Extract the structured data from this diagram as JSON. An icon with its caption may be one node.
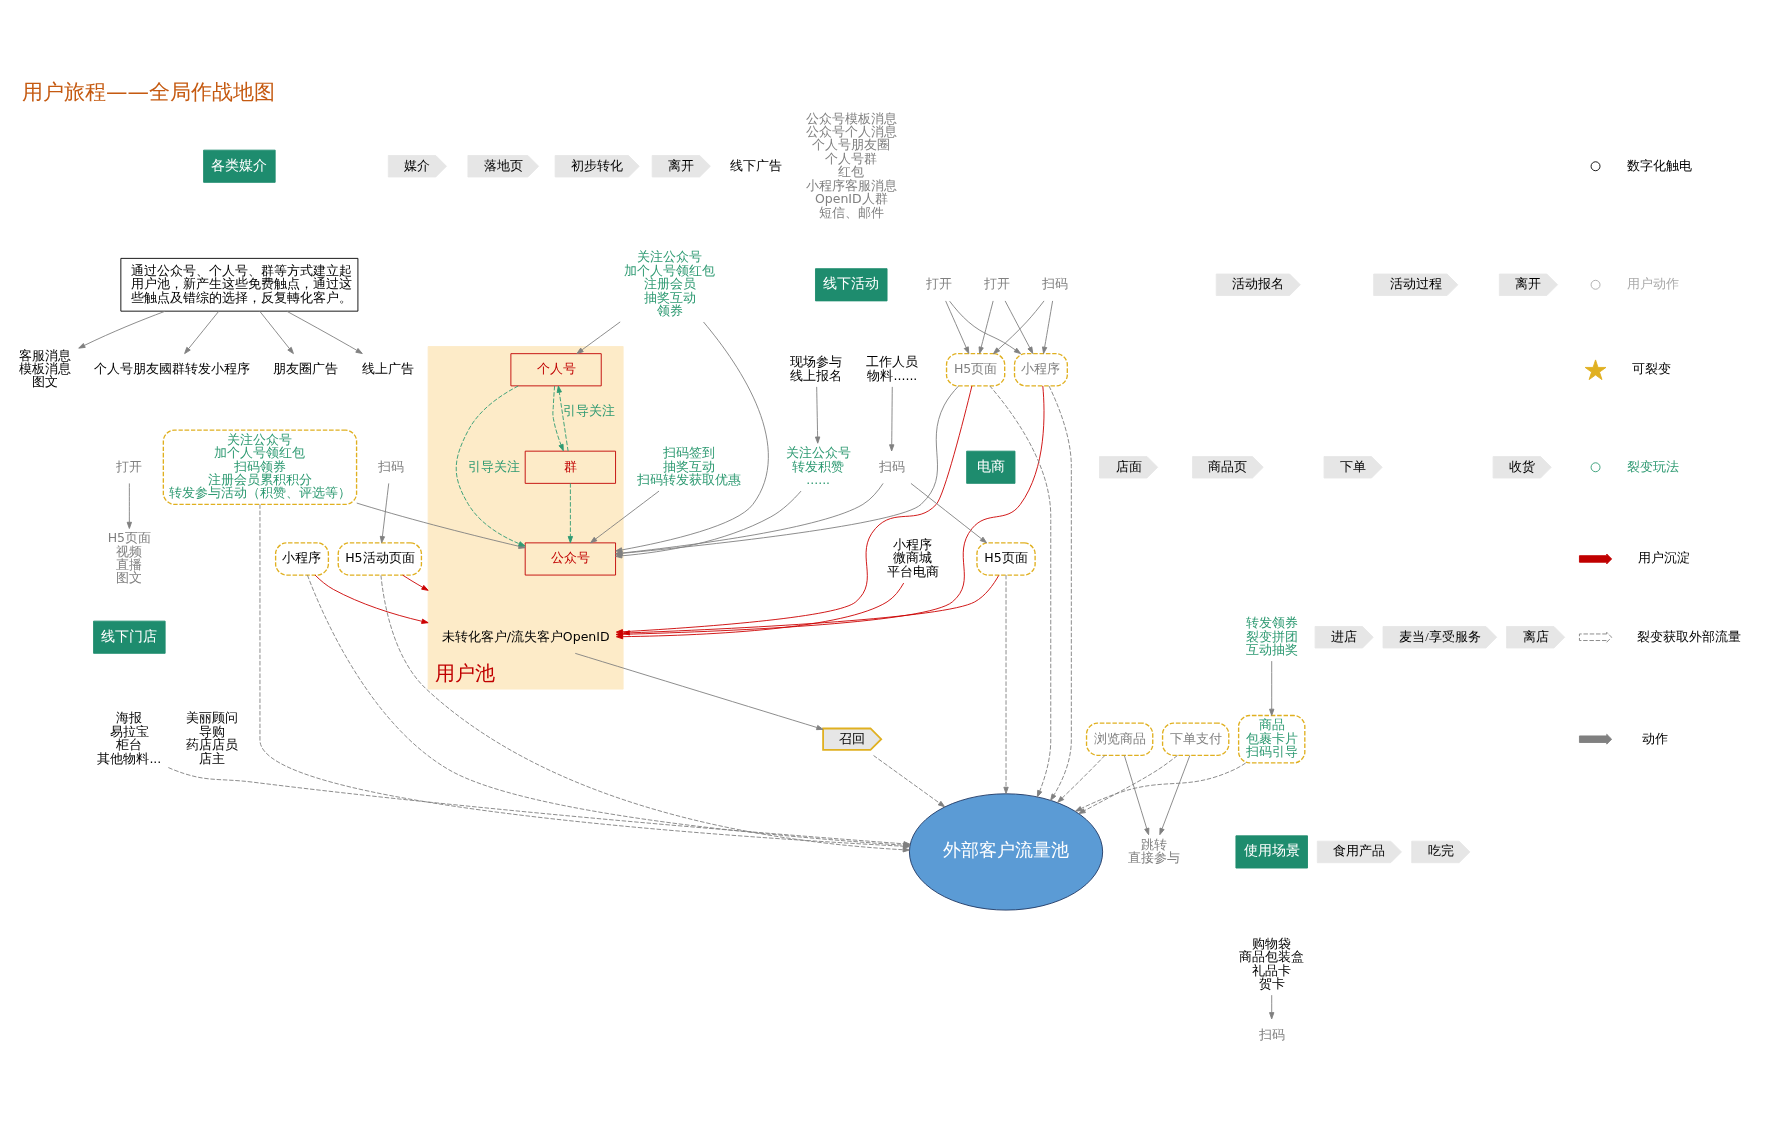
{
  "diagram": {
    "title": "用户旅程——全局作战地图",
    "nodes": [
      {
        "text": [
          "各类媒介"
        ]
      },
      {
        "text": [
          "媒介"
        ]
      },
      {
        "text": [
          "落地页"
        ]
      },
      {
        "text": [
          "初步转化"
        ]
      },
      {
        "text": [
          "离开"
        ]
      },
      {
        "text": [
          "客服消息",
          "模板消息",
          "图文"
        ]
      },
      {
        "text": [
          "个人号朋友國群转发小程序"
        ]
      },
      {
        "text": [
          "朋友圈广告"
        ]
      },
      {
        "text": [
          "线上广告"
        ]
      },
      {
        "text": [
          "线下广告"
        ]
      },
      {
        "text": [
          "打开"
        ]
      },
      {
        "text": [
          "打开"
        ]
      },
      {
        "text": [
          "打开"
        ]
      },
      {
        "text": [
          "扫码"
        ]
      },
      {
        "text": [
          "小程序"
        ]
      },
      {
        "text": [
          "H5页面"
        ]
      },
      {
        "text": [
          "H5页面",
          "视频",
          "直播",
          "图文"
        ]
      },
      {
        "text": [
          "通过公众号、个人号、群等方式建立起用户池，新产生这些免费触点，通过这些触点及错综的选择，反复轉化客户。"
        ]
      },
      {
        "text": [
          "电商"
        ]
      },
      {
        "text": [
          "店面"
        ]
      },
      {
        "text": [
          "商品页"
        ]
      },
      {
        "text": [
          "下单"
        ]
      },
      {
        "text": [
          "收货"
        ]
      },
      {
        "text": [
          "小程序",
          "微商城",
          "平台电商"
        ]
      },
      {
        "text": [
          "浏览商品"
        ]
      },
      {
        "text": [
          "下单支付"
        ]
      },
      {
        "text": [
          "跳转",
          "直接参与"
        ]
      },
      {
        "text": [
          "转发领券",
          "裂变拼团",
          "互动抽奖"
        ]
      },
      {
        "text": [
          "商品",
          "包裹卡片",
          "扫码引导"
        ]
      },
      {
        "text": [
          "使用场景"
        ]
      },
      {
        "text": [
          "食用产品"
        ]
      },
      {
        "text": [
          "吃完"
        ]
      },
      {
        "text": [
          "购物袋",
          "商品包装盒",
          "礼品卡",
          "贺卡"
        ]
      },
      {
        "text": [
          "扫码"
        ]
      },
      {
        "text": [
          "关注公众号",
          "加个人号领红包",
          "扫码领券",
          "注册会员累积积分",
          "转发参与活动（积赞、评选等）"
        ]
      },
      {
        "text": [
          "用户池"
        ]
      },
      {
        "text": [
          "公众号"
        ],
        "in": 35
      },
      {
        "text": [
          "个人号"
        ],
        "in": 35
      },
      {
        "text": [
          "群"
        ],
        "in": 35
      },
      {
        "text": [
          "未转化客户/流失客户OpenID"
        ],
        "in": 35
      },
      {
        "text": [
          "召回"
        ]
      },
      {
        "text": [
          "公众号模板消息",
          "公众号个人消息",
          "个人号朋友圈",
          "个人号群",
          "红包",
          "小程序客服消息",
          "OpenID人群",
          "短信、邮件"
        ]
      },
      {
        "text": [
          "线下门店"
        ]
      },
      {
        "text": [
          "进店"
        ]
      },
      {
        "text": [
          "麦当/享受服务"
        ]
      },
      {
        "text": [
          "离店"
        ]
      },
      {
        "text": [
          "美丽顾问",
          "导购",
          "药店店员",
          "店主"
        ]
      },
      {
        "text": [
          "海报",
          "易拉宝",
          "柜台",
          "其他物料..."
        ]
      },
      {
        "text": [
          "扫码"
        ]
      },
      {
        "text": [
          "H5活动页面"
        ]
      },
      {
        "text": [
          "关注公众号",
          "加个人号领红包",
          "注册会员",
          "抽奖互动",
          "领券"
        ]
      },
      {
        "text": [
          "小程序"
        ]
      },
      {
        "text": [
          "外部客户流量池"
        ]
      },
      {
        "text": [
          "线下活动"
        ]
      },
      {
        "text": [
          "活动报名"
        ]
      },
      {
        "text": [
          "活动过程"
        ]
      },
      {
        "text": [
          "离开"
        ]
      },
      {
        "text": [
          "现场参与",
          "线上报名"
        ]
      },
      {
        "text": [
          "工作人员",
          "物料......"
        ]
      },
      {
        "text": [
          "关注公众号",
          "转发积赞",
          "......"
        ]
      },
      {
        "text": [
          "扫码"
        ]
      },
      {
        "text": [
          "H5页面"
        ]
      },
      {
        "text": [
          "扫码签到",
          "抽奖互动",
          "扫码转发获取优惠"
        ]
      }
    ],
    "edges": [
      {
        "from": 17,
        "to": 5,
        "arrow": "to"
      },
      {
        "from": 17,
        "to": 6,
        "arrow": "to"
      },
      {
        "from": 17,
        "to": 7,
        "arrow": "to"
      },
      {
        "from": 17,
        "to": 8,
        "arrow": "to"
      },
      {
        "from": 10,
        "to": 14,
        "arrow": "to"
      },
      {
        "from": 10,
        "to": 15,
        "arrow": "to"
      },
      {
        "from": 11,
        "to": 14,
        "arrow": "to"
      },
      {
        "from": 11,
        "to": 15,
        "arrow": "to"
      },
      {
        "from": 12,
        "to": 16,
        "arrow": "to"
      },
      {
        "from": 13,
        "to": 14,
        "arrow": "to"
      },
      {
        "from": 13,
        "to": 15,
        "arrow": "to"
      },
      {
        "from": 14,
        "to": 39,
        "arrow": "to",
        "color": "#cc0000"
      },
      {
        "from": 15,
        "to": 39,
        "arrow": "to",
        "color": "#cc0000"
      },
      {
        "from": 23,
        "to": 39,
        "arrow": "to",
        "color": "#cc0000"
      },
      {
        "from": 15,
        "to": 36,
        "arrow": "to"
      },
      {
        "from": 24,
        "to": 26,
        "arrow": "to"
      },
      {
        "from": 25,
        "to": 26,
        "arrow": "to"
      },
      {
        "from": 27,
        "to": 28,
        "arrow": "to"
      },
      {
        "from": 32,
        "to": 33,
        "arrow": "to"
      },
      {
        "from": 34,
        "to": 36,
        "arrow": "to"
      },
      {
        "from": 37,
        "to": 36,
        "arrow": "to",
        "label": "引导关注",
        "style": "dashed",
        "color": "#2e9a72"
      },
      {
        "from": 37,
        "to": 38,
        "arrow": "to",
        "style": "dashed",
        "color": "#2e9a72"
      },
      {
        "from": 38,
        "to": 37,
        "arrow": "to",
        "label": "引导关注",
        "style": "dashed",
        "color": "#2e9a72"
      },
      {
        "from": 38,
        "to": 36,
        "arrow": "to",
        "style": "dashed",
        "color": "#2e9a72"
      },
      {
        "from": 39,
        "to": 40,
        "arrow": "to"
      },
      {
        "from": 48,
        "to": 49,
        "arrow": "to"
      },
      {
        "from": 49,
        "to": 35,
        "arrow": "to",
        "color": "#cc0000"
      },
      {
        "from": 51,
        "to": 35,
        "arrow": "to",
        "color": "#cc0000"
      },
      {
        "from": 61,
        "to": 35,
        "arrow": "to",
        "color": "#cc0000"
      },
      {
        "from": 50,
        "to": 36,
        "arrow": "to"
      },
      {
        "from": 50,
        "to": 37,
        "arrow": "to"
      },
      {
        "from": 57,
        "to": 59,
        "arrow": "to"
      },
      {
        "from": 59,
        "to": 36,
        "arrow": "to"
      },
      {
        "from": 58,
        "to": 60,
        "arrow": "to"
      },
      {
        "from": 60,
        "to": 61,
        "arrow": "to"
      },
      {
        "from": 60,
        "to": 36,
        "arrow": "to"
      },
      {
        "from": 62,
        "to": 36,
        "arrow": "to"
      },
      {
        "from": 14,
        "to": 52,
        "arrow": "to",
        "style": "dashed"
      },
      {
        "from": 15,
        "to": 52,
        "arrow": "to",
        "style": "dashed"
      },
      {
        "from": 24,
        "to": 52,
        "arrow": "to",
        "style": "dashed"
      },
      {
        "from": 25,
        "to": 52,
        "arrow": "to",
        "style": "dashed"
      },
      {
        "from": 28,
        "to": 52,
        "arrow": "to",
        "style": "dashed"
      },
      {
        "from": 34,
        "to": 52,
        "arrow": "to",
        "style": "dashed"
      },
      {
        "from": 47,
        "to": 52,
        "arrow": "to",
        "style": "dashed"
      },
      {
        "from": 49,
        "to": 52,
        "arrow": "to",
        "style": "dashed"
      },
      {
        "from": 51,
        "to": 52,
        "arrow": "to",
        "style": "dashed"
      },
      {
        "from": 61,
        "to": 52,
        "arrow": "to",
        "style": "dashed"
      },
      {
        "from": 40,
        "to": 52,
        "arrow": "to",
        "style": "dashed"
      }
    ],
    "legend": [
      {
        "text": "数字化触电"
      },
      {
        "text": "用户动作"
      },
      {
        "text": "可裂变"
      },
      {
        "text": "裂变玩法"
      },
      {
        "text": "用户沉淀"
      },
      {
        "text": "裂变获取外部流量"
      },
      {
        "text": "动作"
      }
    ]
  }
}
